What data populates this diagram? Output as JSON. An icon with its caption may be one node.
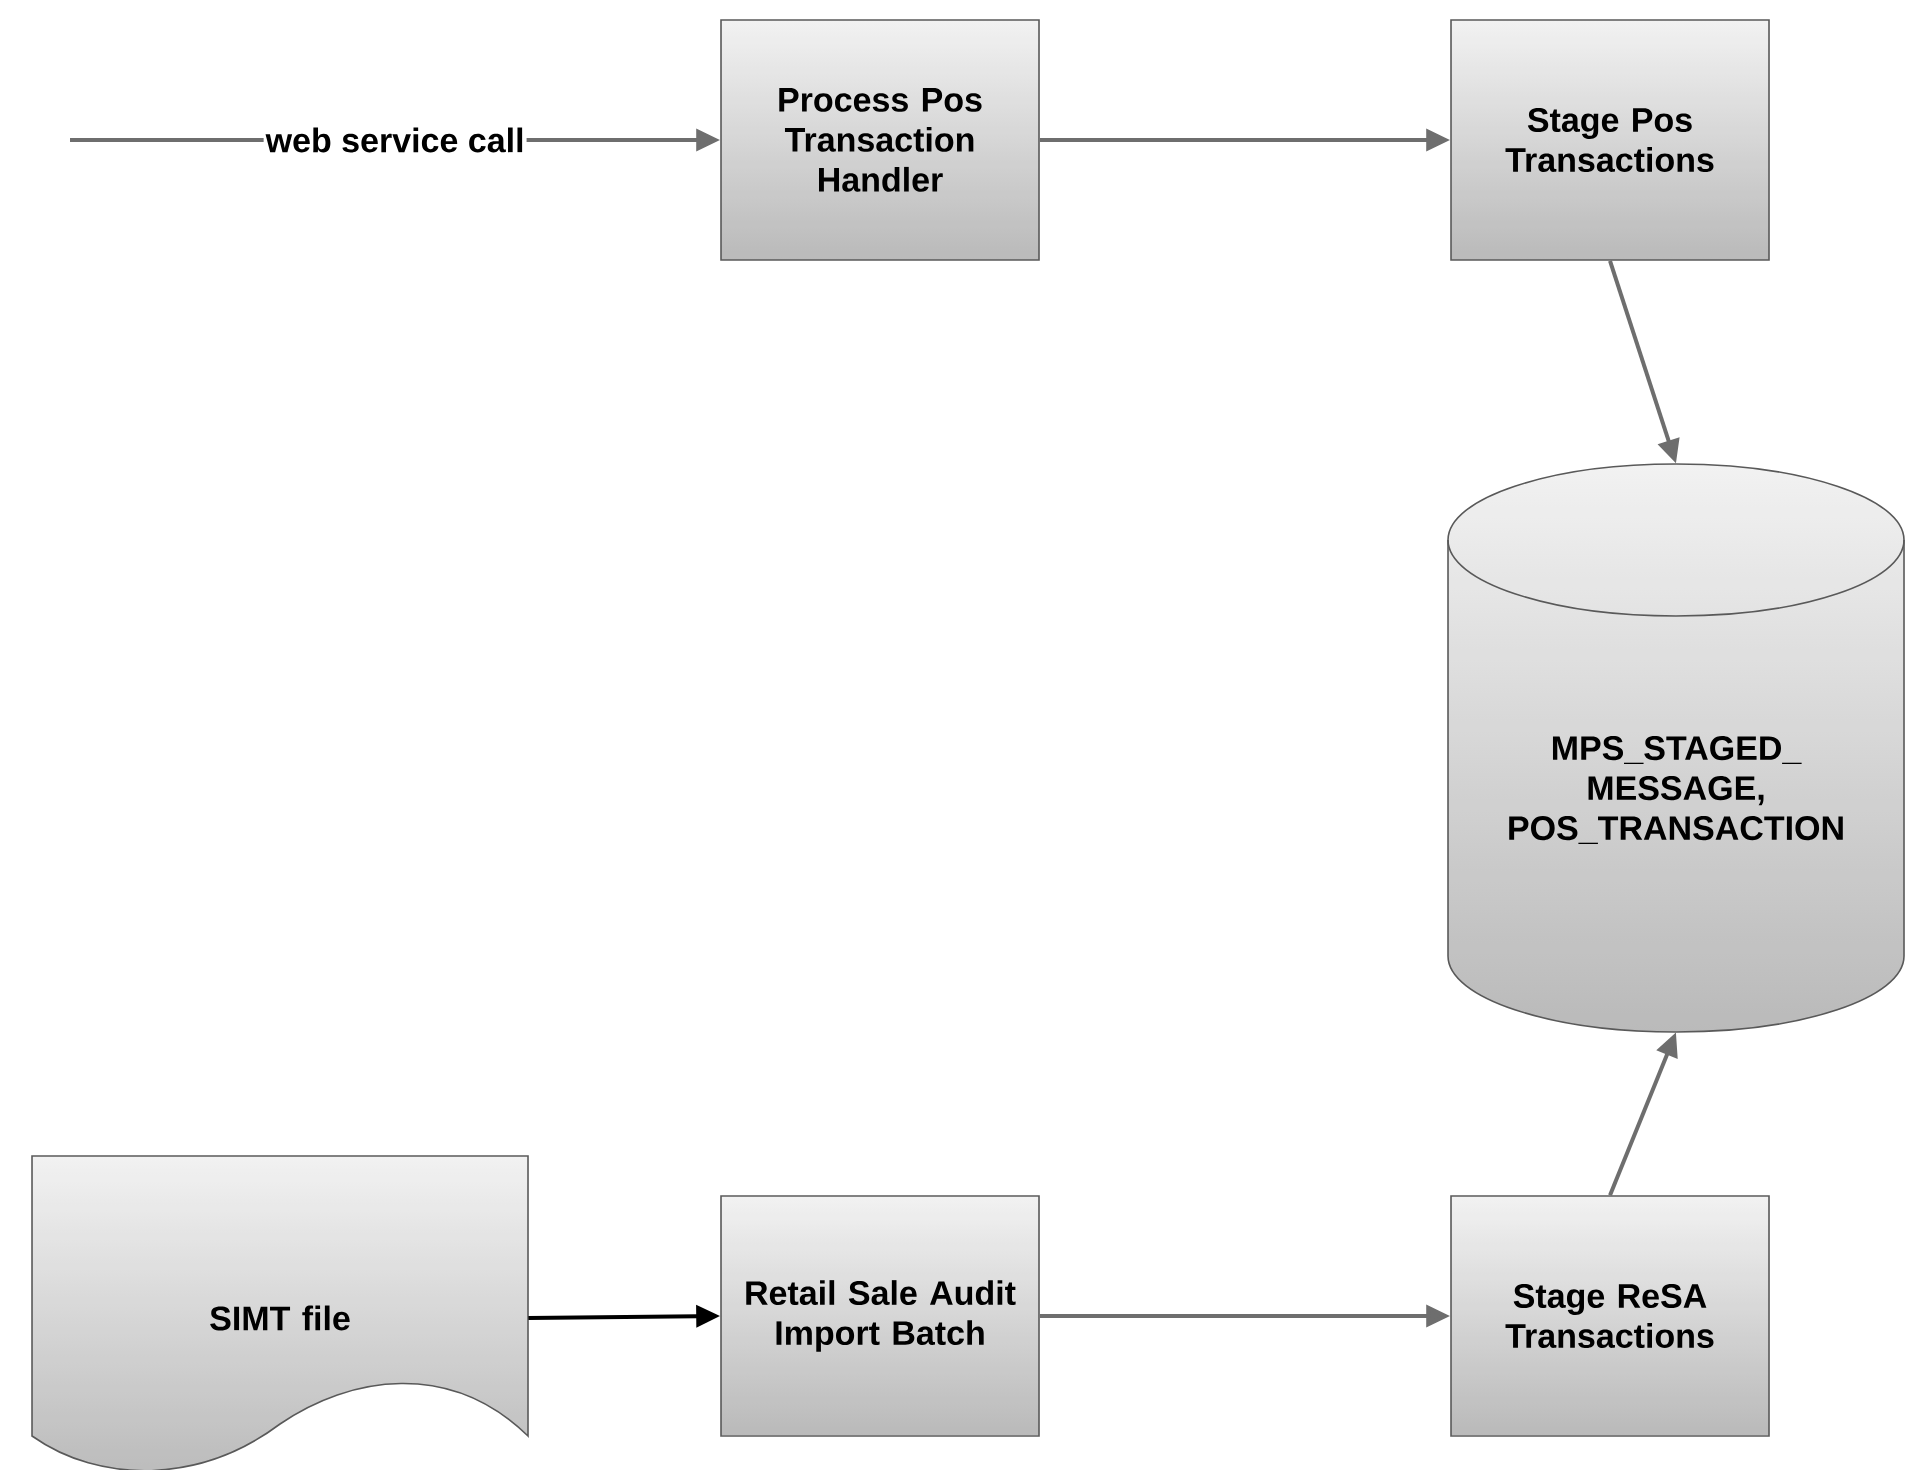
{
  "diagram": {
    "nodes": [
      {
        "text": [
          "Process Pos Transaction Handler"
        ]
      },
      {
        "text": [
          "Stage Pos Transactions"
        ]
      },
      {
        "text": [
          "MPS_STAGED_ MESSAGE, POS_TRANSACTION"
        ]
      },
      {
        "text": [
          "SIMT file"
        ]
      },
      {
        "text": [
          "Retail Sale Audit Import Batch"
        ]
      },
      {
        "text": [
          "Stage ReSA Transactions"
        ]
      }
    ],
    "edges": [
      {
        "from": null,
        "to": 0,
        "arrow": "to",
        "label": "web service call"
      },
      {
        "from": 0,
        "to": 1,
        "arrow": "to"
      },
      {
        "from": 1,
        "to": 2,
        "arrow": "to"
      },
      {
        "from": 3,
        "to": 4,
        "arrow": "to",
        "color": "#000000"
      },
      {
        "from": 4,
        "to": 5,
        "arrow": "to"
      },
      {
        "from": 5,
        "to": 2,
        "arrow": "to"
      }
    ]
  }
}
